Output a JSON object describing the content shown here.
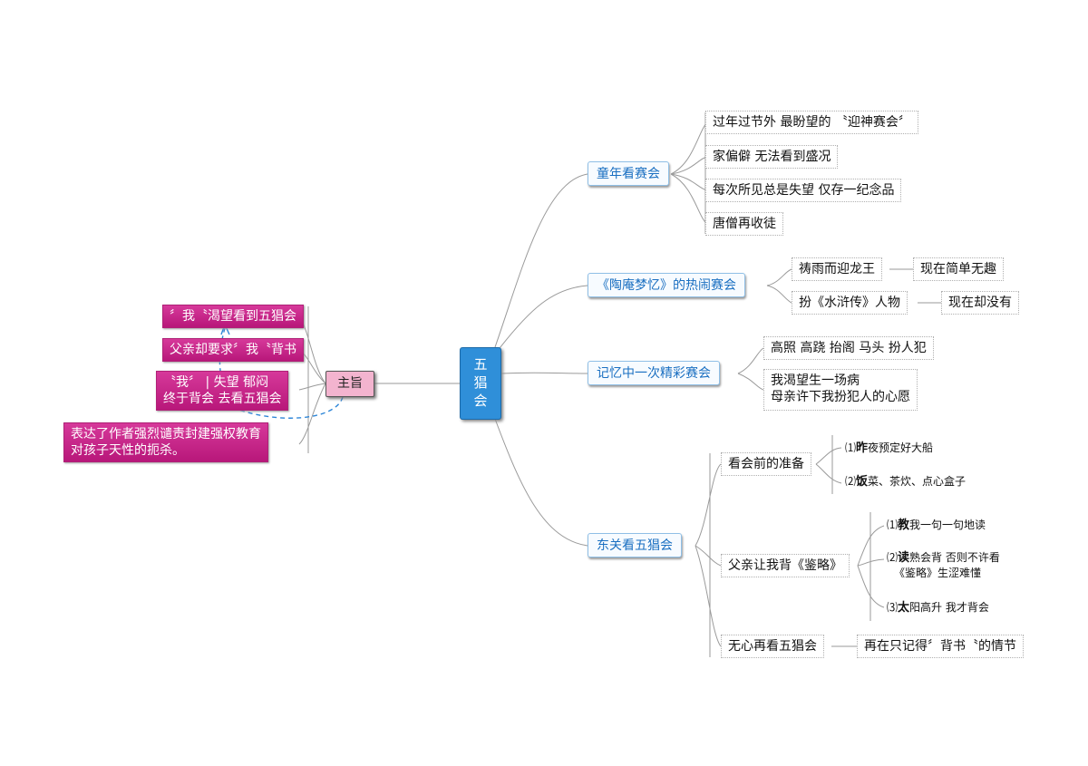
{
  "center": {
    "chars": [
      "五",
      "猖",
      "会"
    ]
  },
  "branches": {
    "b1": {
      "label": "童年看赛会",
      "items": [
        "过年过节外 最盼望的 〝迎神赛会〞",
        "家偏僻 无法看到盛况",
        "每次所见总是失望 仅存一纪念品",
        "唐僧再收徒"
      ]
    },
    "b2": {
      "label": "《陶庵梦忆》的热闹赛会",
      "items": [
        "祷雨而迎龙王",
        "扮《水浒传》人物"
      ],
      "notes": [
        "现在简单无趣",
        "现在却没有"
      ]
    },
    "b3": {
      "label": "记忆中一次精彩赛会",
      "items": [
        "高照 高跷 抬阁 马头 扮人犯",
        "我渴望生一场病",
        "母亲许下我扮犯人的心愿"
      ]
    },
    "b4": {
      "label": "东关看五猖会",
      "subs": [
        "看会前的准备",
        "父亲让我背《鉴略》",
        "无心再看五猖会"
      ],
      "prep": [
        {
          "num": "⑴",
          "bold": "昨",
          "rest": "夜预定好大船"
        },
        {
          "num": "⑵",
          "bold": "饭",
          "rest": "菜、茶炊、点心盒子"
        }
      ],
      "recite": [
        {
          "num": "⑴",
          "bold": "教",
          "rest": "我一句一句地读"
        },
        {
          "num": "⑵",
          "bold": "读",
          "rest": "熟会背 否则不许看"
        },
        {
          "num": "",
          "bold": "",
          "rest": "《鉴略》生涩难懂"
        },
        {
          "num": "⑶",
          "bold": "太",
          "rest": "阳高升 我才背会"
        }
      ],
      "last_note": "再在只记得〞背书〝的情节"
    }
  },
  "theme": {
    "label": "主旨",
    "items": [
      "〞我〝渴望看到五猖会",
      "父亲却要求〞我〝背书",
      "〝我〞 | 失望 郁闷",
      "终于背会 去看五猖会",
      "表达了作者强烈谴责封建强权教育",
      "对孩子天性的扼杀。"
    ]
  },
  "colors": {
    "center": "#2f8fd9",
    "branch_text": "#1a6fc1",
    "theme_box": "#f3b4cf",
    "pink": "#c42589",
    "dashed_arrow": "#2e86d8"
  }
}
